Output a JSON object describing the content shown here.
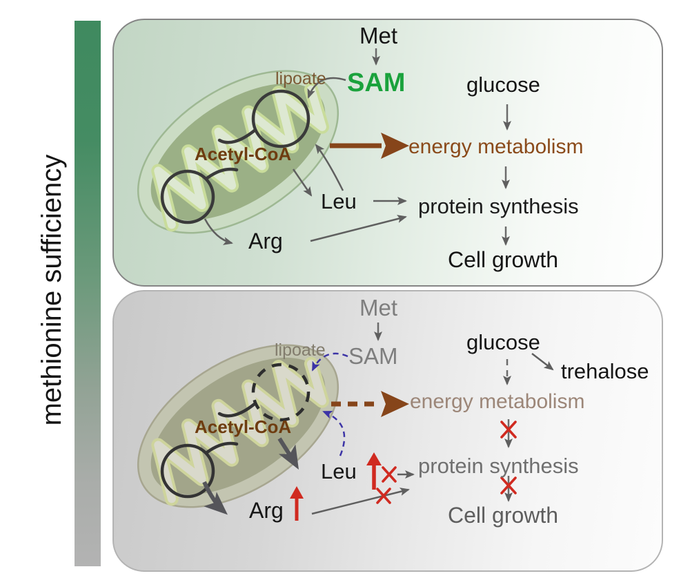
{
  "axis": {
    "label": "methionine sufficiency"
  },
  "colors": {
    "axis_gradient_top": "#3f8a5f",
    "axis_gradient_bottom": "#b3b3b3",
    "sam_green": "#1aa23c",
    "pathway_brown": "#86451a",
    "acetyl_coa_brown": "#6e3c10",
    "inhibit_red": "#d02a20",
    "regulation_blue": "#3c34a6",
    "muted_gray": "#7e7e7e"
  },
  "panel_sufficient": {
    "labels": {
      "met": "Met",
      "sam": "SAM",
      "lipoate": "lipoate",
      "acetyl_coa": "Acetyl-CoA",
      "glucose": "glucose",
      "energy_metabolism": "energy metabolism",
      "leu": "Leu",
      "arg": "Arg",
      "protein_synthesis": "protein synthesis",
      "cell_growth": "Cell growth"
    }
  },
  "panel_restricted": {
    "labels": {
      "met": "Met",
      "sam": "SAM",
      "lipoate": "lipoate",
      "acetyl_coa": "Acetyl-CoA",
      "glucose": "glucose",
      "trehalose": "trehalose",
      "energy_metabolism": "energy metabolism",
      "leu": "Leu",
      "arg": "Arg",
      "protein_synthesis": "protein synthesis",
      "cell_growth": "Cell growth"
    }
  }
}
